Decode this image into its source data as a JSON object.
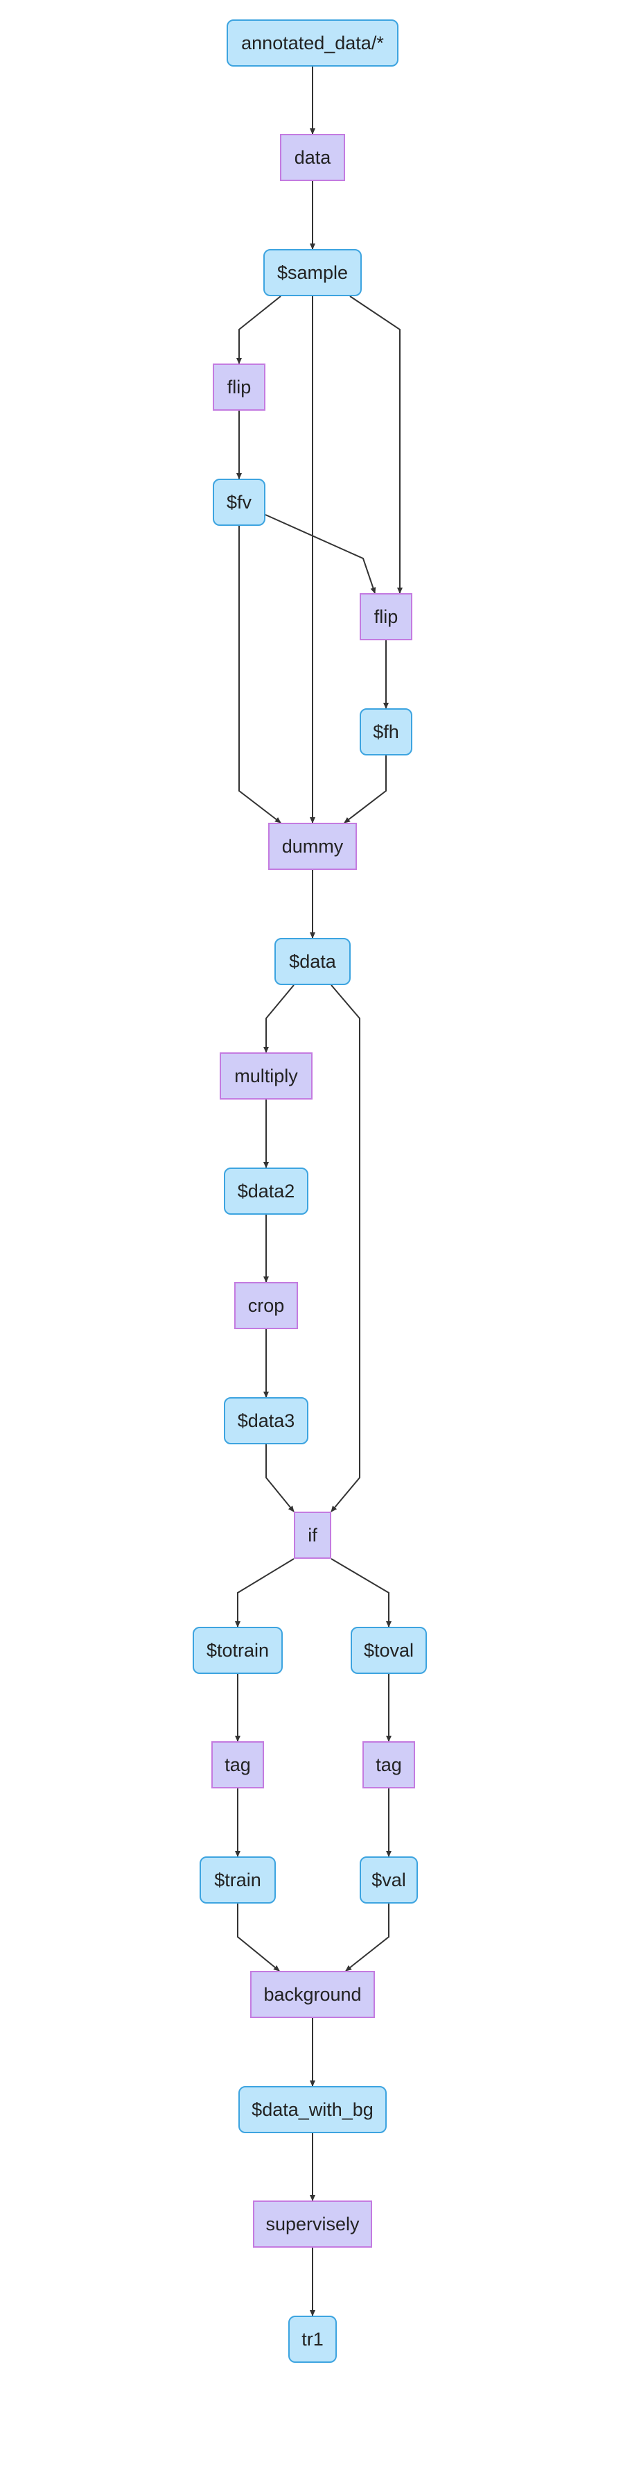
{
  "colors": {
    "var_fill": "#bde5fb",
    "var_border": "#3da4e0",
    "op_fill": "#d0cdf8",
    "op_border": "#c47be0",
    "edge": "#333333"
  },
  "nodes": [
    {
      "id": "src",
      "kind": "var",
      "label": "annotated_data/*"
    },
    {
      "id": "data_op",
      "kind": "op",
      "label": "data"
    },
    {
      "id": "sample",
      "kind": "var",
      "label": "$sample"
    },
    {
      "id": "flip1",
      "kind": "op",
      "label": "flip"
    },
    {
      "id": "fv",
      "kind": "var",
      "label": "$fv"
    },
    {
      "id": "flip2",
      "kind": "op",
      "label": "flip"
    },
    {
      "id": "fh",
      "kind": "var",
      "label": "$fh"
    },
    {
      "id": "dummy",
      "kind": "op",
      "label": "dummy"
    },
    {
      "id": "data_var",
      "kind": "var",
      "label": "$data"
    },
    {
      "id": "multiply",
      "kind": "op",
      "label": "multiply"
    },
    {
      "id": "data2",
      "kind": "var",
      "label": "$data2"
    },
    {
      "id": "crop",
      "kind": "op",
      "label": "crop"
    },
    {
      "id": "data3",
      "kind": "var",
      "label": "$data3"
    },
    {
      "id": "if",
      "kind": "op",
      "label": "if"
    },
    {
      "id": "totrain",
      "kind": "var",
      "label": "$totrain"
    },
    {
      "id": "toval",
      "kind": "var",
      "label": "$toval"
    },
    {
      "id": "tag1",
      "kind": "op",
      "label": "tag"
    },
    {
      "id": "tag2",
      "kind": "op",
      "label": "tag"
    },
    {
      "id": "train",
      "kind": "var",
      "label": "$train"
    },
    {
      "id": "val",
      "kind": "var",
      "label": "$val"
    },
    {
      "id": "background",
      "kind": "op",
      "label": "background"
    },
    {
      "id": "data_with_bg",
      "kind": "var",
      "label": "$data_with_bg"
    },
    {
      "id": "supervisely",
      "kind": "op",
      "label": "supervisely"
    },
    {
      "id": "tr1",
      "kind": "var",
      "label": "tr1"
    }
  ],
  "edges": [
    {
      "from": "src",
      "to": "data_op"
    },
    {
      "from": "data_op",
      "to": "sample"
    },
    {
      "from": "sample",
      "to": "flip1"
    },
    {
      "from": "sample",
      "to": "dummy"
    },
    {
      "from": "sample",
      "to": "flip2"
    },
    {
      "from": "flip1",
      "to": "fv"
    },
    {
      "from": "fv",
      "to": "flip2"
    },
    {
      "from": "fv",
      "to": "dummy"
    },
    {
      "from": "flip2",
      "to": "fh"
    },
    {
      "from": "fh",
      "to": "dummy"
    },
    {
      "from": "dummy",
      "to": "data_var"
    },
    {
      "from": "data_var",
      "to": "multiply"
    },
    {
      "from": "data_var",
      "to": "if"
    },
    {
      "from": "multiply",
      "to": "data2"
    },
    {
      "from": "data2",
      "to": "crop"
    },
    {
      "from": "crop",
      "to": "data3"
    },
    {
      "from": "data3",
      "to": "if"
    },
    {
      "from": "if",
      "to": "totrain"
    },
    {
      "from": "if",
      "to": "toval"
    },
    {
      "from": "totrain",
      "to": "tag1"
    },
    {
      "from": "toval",
      "to": "tag2"
    },
    {
      "from": "tag1",
      "to": "train"
    },
    {
      "from": "tag2",
      "to": "val"
    },
    {
      "from": "train",
      "to": "background"
    },
    {
      "from": "val",
      "to": "background"
    },
    {
      "from": "background",
      "to": "data_with_bg"
    },
    {
      "from": "data_with_bg",
      "to": "supervisely"
    },
    {
      "from": "supervisely",
      "to": "tr1"
    }
  ]
}
